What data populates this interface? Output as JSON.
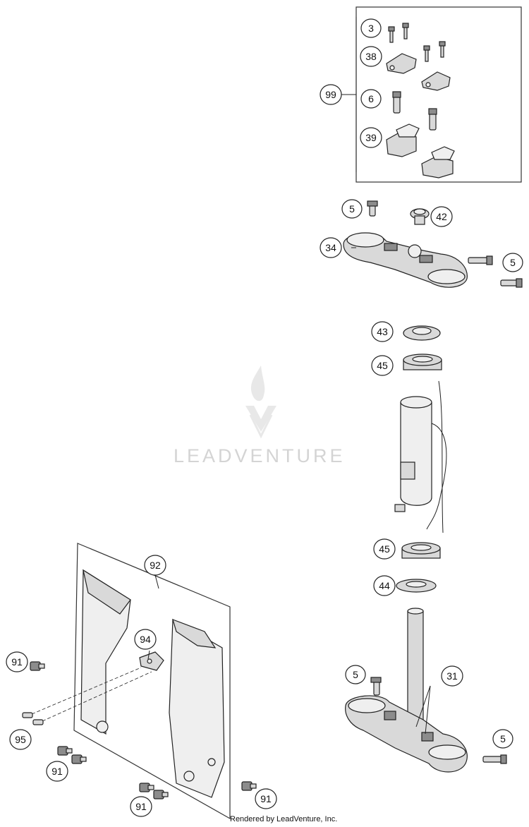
{
  "watermark": {
    "brand": "LEADVENTURE"
  },
  "credit": "Rendered by LeadVenture, Inc.",
  "callouts": [
    {
      "id": "c3",
      "label": "3"
    },
    {
      "id": "c38",
      "label": "38"
    },
    {
      "id": "c99",
      "label": "99"
    },
    {
      "id": "c6",
      "label": "6"
    },
    {
      "id": "c39",
      "label": "39"
    },
    {
      "id": "c5a",
      "label": "5"
    },
    {
      "id": "c42",
      "label": "42"
    },
    {
      "id": "c34",
      "label": "34"
    },
    {
      "id": "c5b",
      "label": "5"
    },
    {
      "id": "c43",
      "label": "43"
    },
    {
      "id": "c45a",
      "label": "45"
    },
    {
      "id": "c45b",
      "label": "45"
    },
    {
      "id": "c44",
      "label": "44"
    },
    {
      "id": "c92",
      "label": "92"
    },
    {
      "id": "c94",
      "label": "94"
    },
    {
      "id": "c91a",
      "label": "91"
    },
    {
      "id": "c95",
      "label": "95"
    },
    {
      "id": "c91b",
      "label": "91"
    },
    {
      "id": "c91c",
      "label": "91"
    },
    {
      "id": "c91d",
      "label": "91"
    },
    {
      "id": "c5c",
      "label": "5"
    },
    {
      "id": "c31",
      "label": "31"
    },
    {
      "id": "c5d",
      "label": "5"
    }
  ]
}
